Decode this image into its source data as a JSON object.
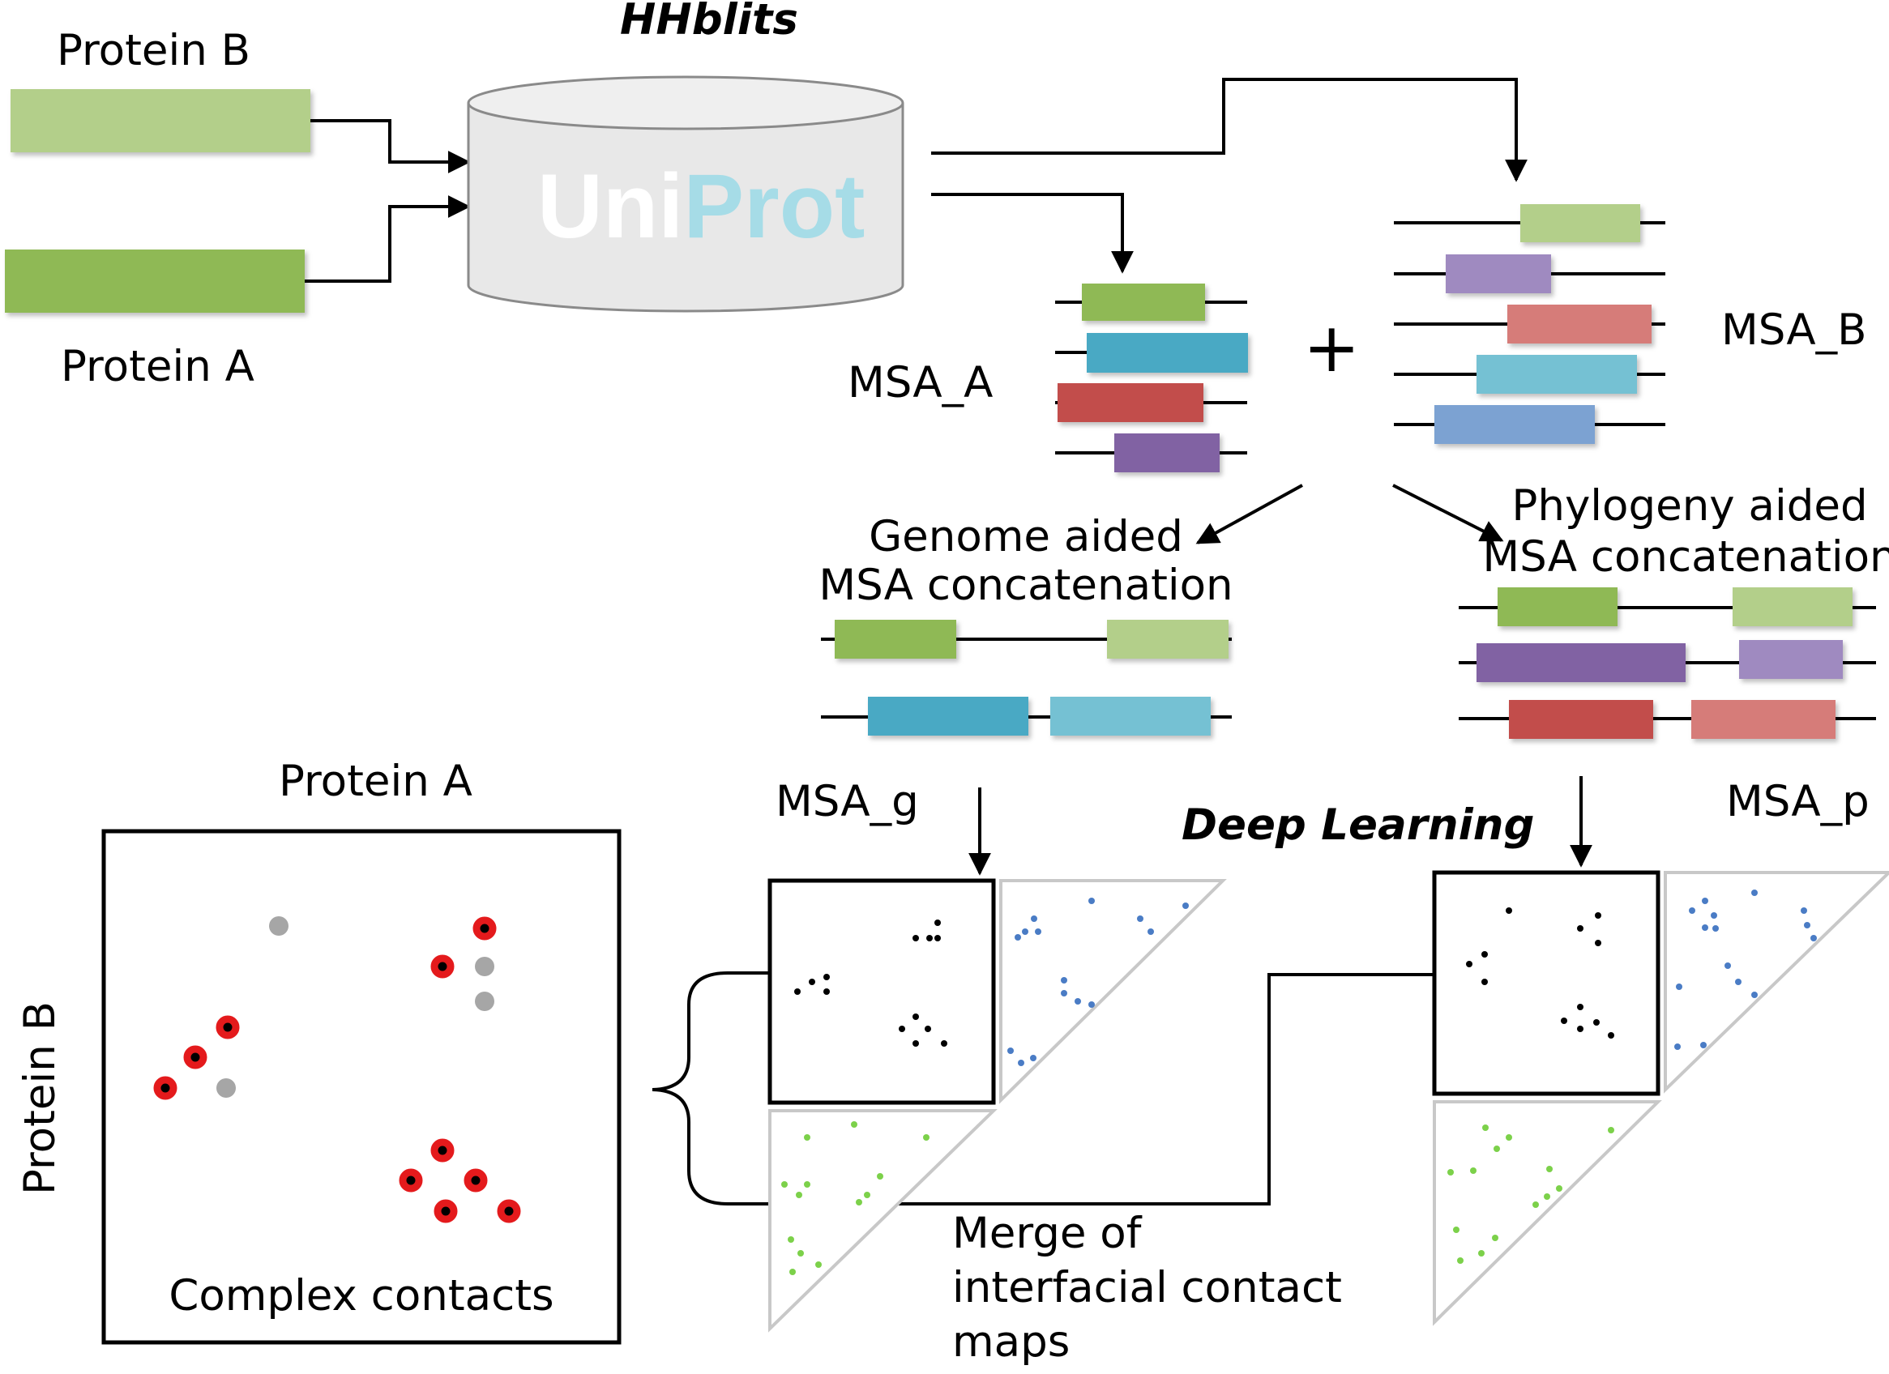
{
  "labels": {
    "hhblits": "HHblits",
    "protein_b_top": "Protein B",
    "protein_a_top": "Protein A",
    "uniprot_uni": "Uni",
    "uniprot_prot": "Prot",
    "msa_a": "MSA_A",
    "msa_b": "MSA_B",
    "plus": "+",
    "genome_line1": "Genome aided",
    "genome_line2": "MSA concatenation",
    "phylo_line1": "Phylogeny aided",
    "phylo_line2": "MSA concatenation",
    "msa_g": "MSA_g",
    "msa_p": "MSA_p",
    "deep_learning": "Deep Learning",
    "protein_a_map": "Protein A",
    "protein_b_map": "Protein B",
    "complex_contacts": "Complex contacts",
    "merge_line1": "Merge of",
    "merge_line2": "interfacial contact",
    "merge_line3": "maps"
  },
  "colors": {
    "light_green": "#b3cf8a",
    "green": "#8fb954",
    "teal": "#4aa9c4",
    "light_teal": "#74c1d3",
    "red": "#c24e4c",
    "salmon": "#d67b79",
    "purple": "#8162a3",
    "lavender": "#9f8ac0",
    "steel_blue": "#7ca2d2",
    "contact_red": "#e41a1c",
    "contact_gray": "#a6a6a6",
    "dot_blue": "#4a7cc5",
    "dot_green": "#7cd14a"
  }
}
